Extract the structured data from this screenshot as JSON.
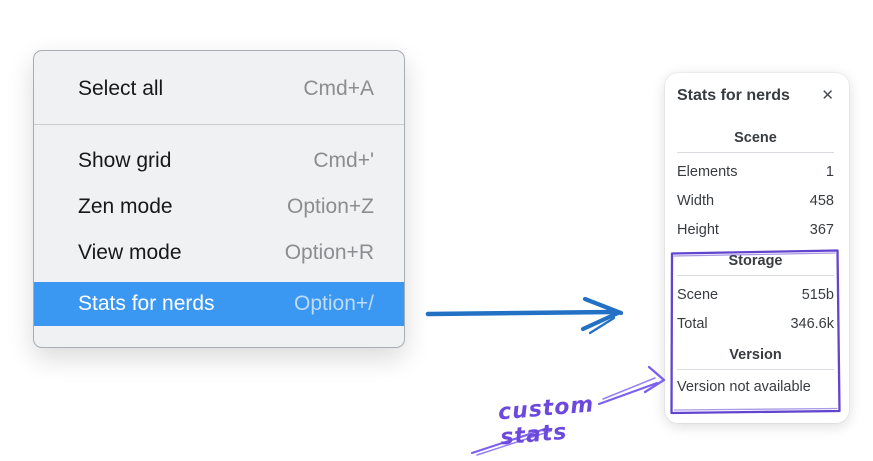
{
  "menu": {
    "items": [
      {
        "label": "Select all",
        "shortcut": "Cmd+A",
        "highlighted": false
      },
      {
        "label": "Show grid",
        "shortcut": "Cmd+'",
        "highlighted": false
      },
      {
        "label": "Zen mode",
        "shortcut": "Option+Z",
        "highlighted": false
      },
      {
        "label": "View mode",
        "shortcut": "Option+R",
        "highlighted": false
      },
      {
        "label": "Stats for nerds",
        "shortcut": "Option+/",
        "highlighted": true
      }
    ]
  },
  "panel": {
    "title": "Stats for nerds",
    "close_icon": "✕",
    "sections": [
      {
        "header": "Scene",
        "rows": [
          {
            "label": "Elements",
            "value": "1"
          },
          {
            "label": "Width",
            "value": "458"
          },
          {
            "label": "Height",
            "value": "367"
          }
        ]
      },
      {
        "header": "Storage",
        "rows": [
          {
            "label": "Scene",
            "value": "515b"
          },
          {
            "label": "Total",
            "value": "346.6k"
          }
        ]
      },
      {
        "header": "Version",
        "note": "Version not available"
      }
    ]
  },
  "annotation": {
    "label": "custom stats"
  },
  "colors": {
    "menu_highlight": "#3b98f2",
    "arrow_blue": "#2271c4",
    "violet_rect": "#6245ce",
    "violet_arrow": "#7d5ff0",
    "violet_text": "#6c49dd",
    "panel_text": "#383c40"
  }
}
